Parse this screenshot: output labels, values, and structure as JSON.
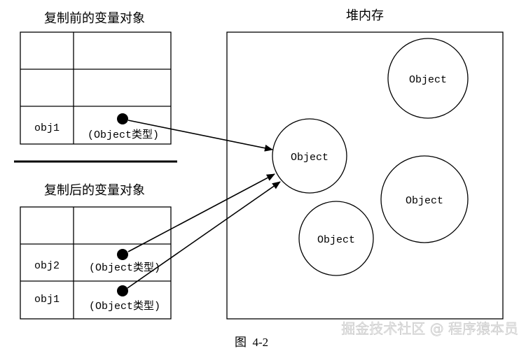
{
  "left_panel": {
    "before": {
      "title": "复制前的变量对象",
      "rows": [
        {
          "name": "",
          "value": ""
        },
        {
          "name": "",
          "value": ""
        },
        {
          "name": "obj1",
          "value": "(Object类型)"
        }
      ]
    },
    "after": {
      "title": "复制后的变量对象",
      "rows": [
        {
          "name": "",
          "value": ""
        },
        {
          "name": "obj2",
          "value": "(Object类型)"
        },
        {
          "name": "obj1",
          "value": "(Object类型)"
        }
      ]
    }
  },
  "heap": {
    "title": "堆内存",
    "objects": [
      {
        "label": "Object"
      },
      {
        "label": "Object"
      },
      {
        "label": "Object"
      },
      {
        "label": "Object"
      }
    ]
  },
  "caption": "图  4-2",
  "watermark": "掘金技术社区 @ 程序猿本员"
}
